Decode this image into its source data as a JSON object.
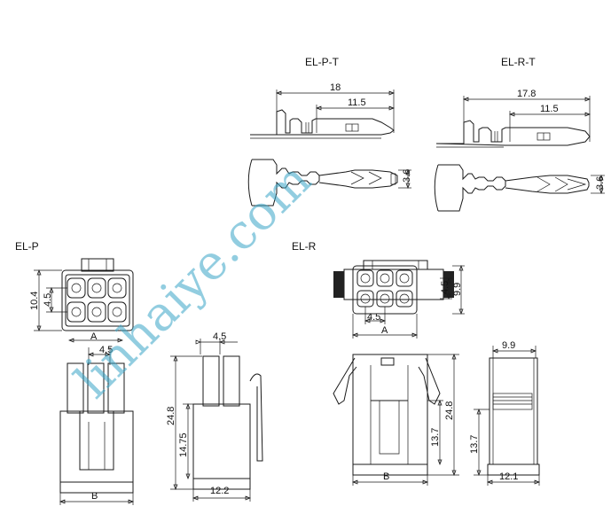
{
  "labels": {
    "elpt": "EL-P-T",
    "elrt": "EL-R-T",
    "elp": "EL-P",
    "elr": "EL-R"
  },
  "dims": {
    "pt_len": "18",
    "pt_sub": "11.5",
    "pt_h": "3.6",
    "rt_len": "17.8",
    "rt_sub": "11.5",
    "rt_h": "3.6",
    "p_h": "10.4",
    "p_pitch_v": "4.5",
    "p_pitch_h": "4.5",
    "p_a": "A",
    "p_b": "B",
    "p_side_pitch": "4.5",
    "p_height": "24.8",
    "p_sub_height": "14.75",
    "p_width": "12.2",
    "r_pitch_v": "4.5",
    "r_h": "9.9",
    "r_pitch_h": "4.5",
    "r_a": "A",
    "r_height": "24.8",
    "r_sub_height": "13.7",
    "r_b": "B",
    "r_side_w": "9.9",
    "r_side_h": "13.7",
    "r_side_width": "12.1"
  },
  "watermark": "linhaiye.com"
}
